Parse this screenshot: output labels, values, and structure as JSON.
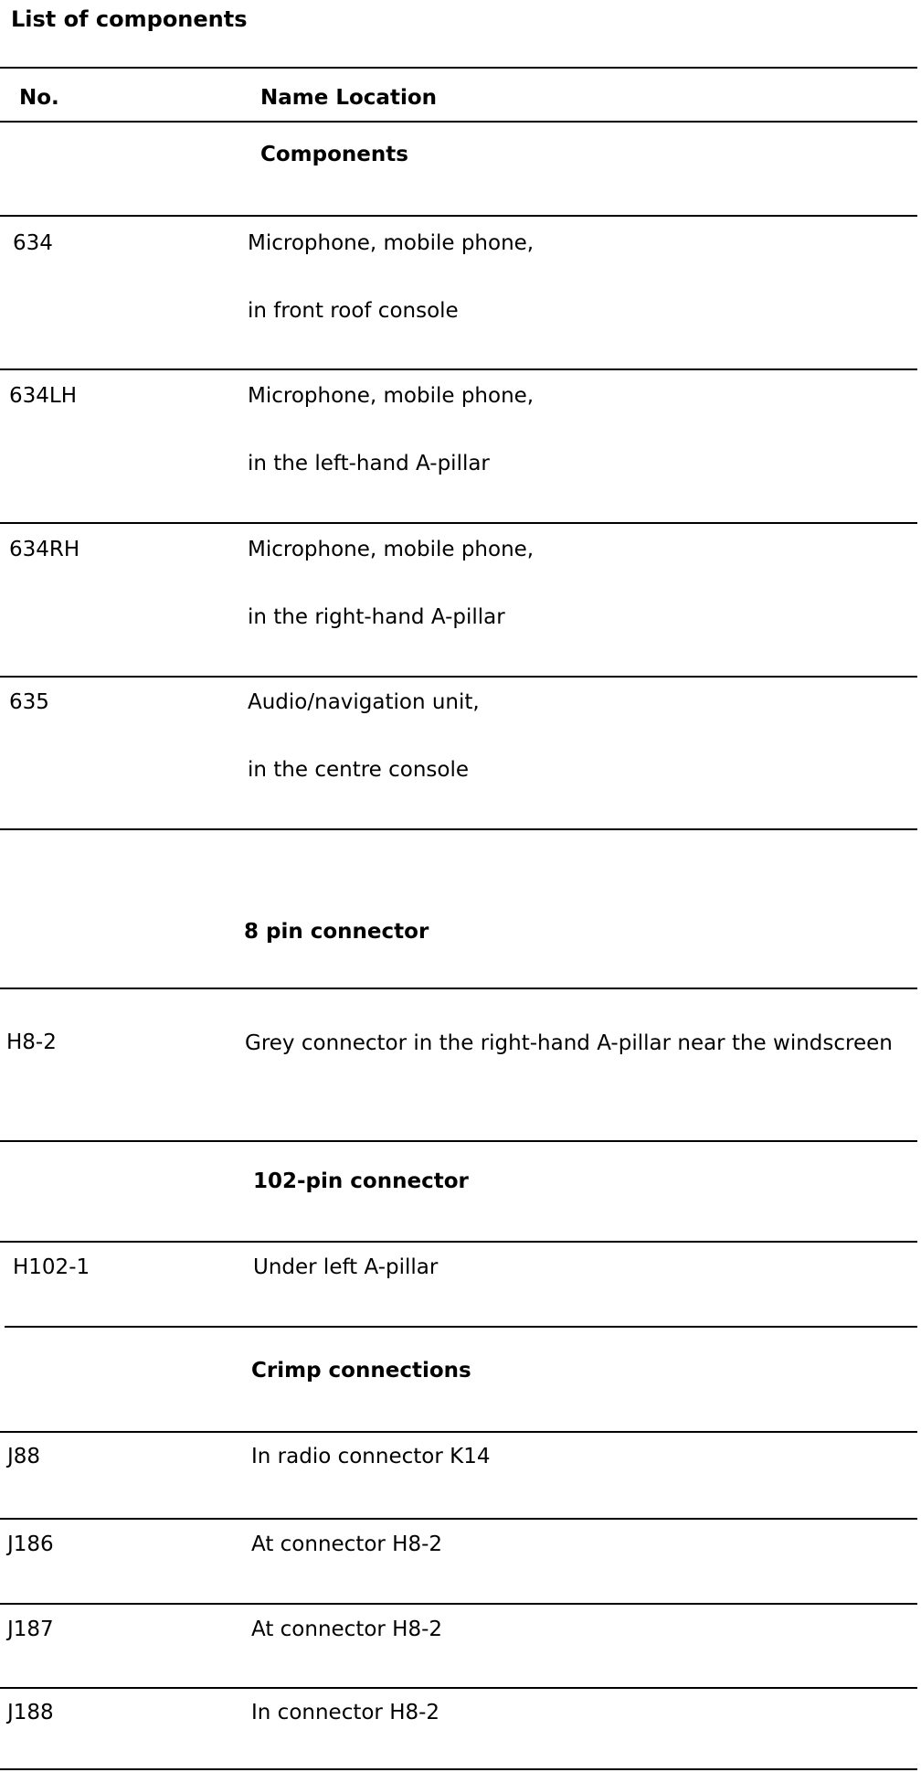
{
  "doc": {
    "title": "List of components",
    "header": {
      "no": "No.",
      "name_location": "Name Location"
    },
    "sections": {
      "components": "Components",
      "pin8": "8 pin connector",
      "pin102": "102-pin connector",
      "crimp": "Crimp connections"
    },
    "rows": [
      {
        "no": "634",
        "line1": "Microphone, mobile phone,",
        "line2": "in front roof console"
      },
      {
        "no": "634LH",
        "line1": "Microphone, mobile phone,",
        "line2": "in the left-hand A-pillar"
      },
      {
        "no": "634RH",
        "line1": "Microphone, mobile phone,",
        "line2": "in the right-hand A-pillar"
      },
      {
        "no": "635",
        "line1": "Audio/navigation unit,",
        "line2": "in the centre console"
      },
      {
        "no": "H8-2",
        "line1": "Grey connector in the right-hand A-pillar near the windscreen"
      },
      {
        "no": "H102-1",
        "line1": "Under left A-pillar"
      },
      {
        "no": "J88",
        "line1": "In radio connector K14"
      },
      {
        "no": "J186",
        "line1": "At connector H8-2"
      },
      {
        "no": "J187",
        "line1": "At connector H8-2"
      },
      {
        "no": "J188",
        "line1": "In connector H8-2"
      }
    ]
  }
}
